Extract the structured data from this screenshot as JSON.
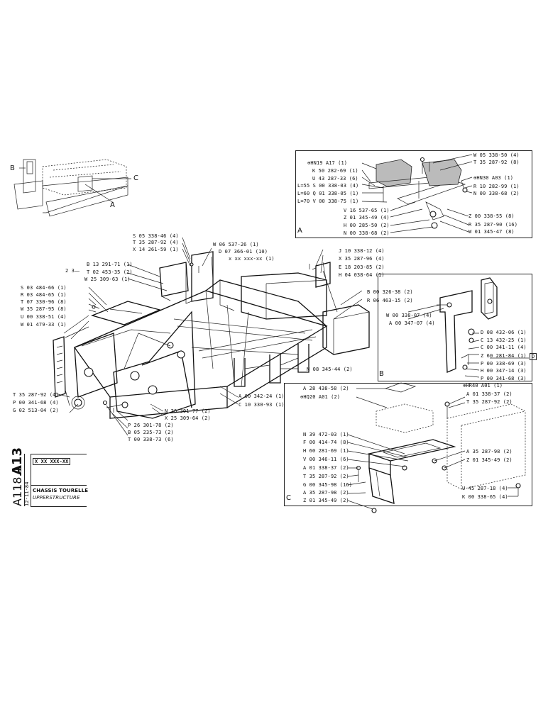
{
  "inset_letters": {
    "a": "A",
    "b": "B",
    "c": "C"
  },
  "thumb_letters": {
    "b": "B",
    "c": "C",
    "a": "A"
  },
  "main_labels": [
    "S 05 338-46 (4)",
    "T 35 287-92 (4)",
    "X 14 261-59 (1)",
    "W 06 537-26 (1)",
    "D 07 366-01 (10)",
    "x xx xxx-xx (1)",
    "B 13 291-71 (1)",
    "T 02 453-35 (2)",
    "W 25 309-63 (1)",
    "S 03 484-66 (1)",
    "R 03 484-65 (1)",
    "T 07 330-96 (8)",
    "W 35 287-95 (8)",
    "U 00 338-51 (4)",
    "W 01 479-33 (1)",
    "J 10 338-12 (4)",
    "X 35 287-96 (4)",
    "E 18 203-85 (2)",
    "H 04 038-64 (1)",
    "B 00 326-38 (2)",
    "R 06 463-15 (2)",
    "N 08 345-44 (2)",
    "T 35 287-92 (4)",
    "P 00 341-68 (4)",
    "G 02 513-04 (2)",
    "A 00 342-24 (1)",
    "C 10 330-93 (1)",
    "N 26 301-77 (2)",
    "X 25 309-64 (2)",
    "P 26 301-78 (2)",
    "B 05 235-73 (2)",
    "T 00 338-73 (6)"
  ],
  "inset_a_labels": [
    "⊕HN19  A17 (1)",
    "K 50 282-69 (1)",
    "U 43 287-33 (6)",
    "L=55 S 00 338-03 (4)",
    "L=60 Q 01 338-05 (1)",
    "L=70 V 00 338-75 (1)",
    "V 16 537-65 (1)",
    "Z 01 345-49 (4)",
    "H 00 285-50 (2)",
    "N 00 338-68 (2)",
    "W 05 338-50 (4)",
    "T 35 287-92 (8)",
    "⊕HN30  A03 (1)",
    "R 10 282-99 (1)",
    "N 00 338-68 (2)",
    "Z 00 338-55 (8)",
    "R 35 287-90 (16)",
    "W 01 345-47 (8)"
  ],
  "inset_b_labels": [
    "W 00 338-07 (4)",
    "A 00 347-07 (4)",
    "D 08 432-06 (1)",
    "C 13 432-25 (1)",
    "C 00 341-11 (4)",
    "Z 60 281-84 (1)",
    "P 00 338-69 (3)",
    "H 00 347-14 (3)",
    "P 00 341-68 (3)"
  ],
  "inset_c_labels": [
    "A 28 438-58 (2)",
    "⊕HQ20  A01 (2)",
    "N 39 472-03 (1)",
    "F 00 414-74 (8)",
    "H 60 281-69 (1)",
    "V 00 346-11 (6)",
    "A 01 338-37 (2)",
    "T 35 287-92 (2)",
    "G 00 345-98 (16)",
    "A 35 287-98 (2)",
    "Z 01 345-49 (2)",
    "⊕HR40  A01 (1)",
    "A 01 338-37 (2)",
    "T 35 287-92 (2)",
    "A 35 287-98 (2)",
    "Z 01 345-49 (2)",
    "U 45 287-18 (4)",
    "K 00 338-65 (4)"
  ],
  "title_block": {
    "code1": "A13",
    "code2": "A118.1",
    "date": "12-11-84",
    "ref": "X XX  XXX-XX",
    "title_fr": "CHASSIS TOURELLE",
    "title_en": "UPPERSTRUCTURE"
  },
  "misc": {
    "arrow_mark": "2 3⎯⎯",
    "circle_d": "D"
  }
}
